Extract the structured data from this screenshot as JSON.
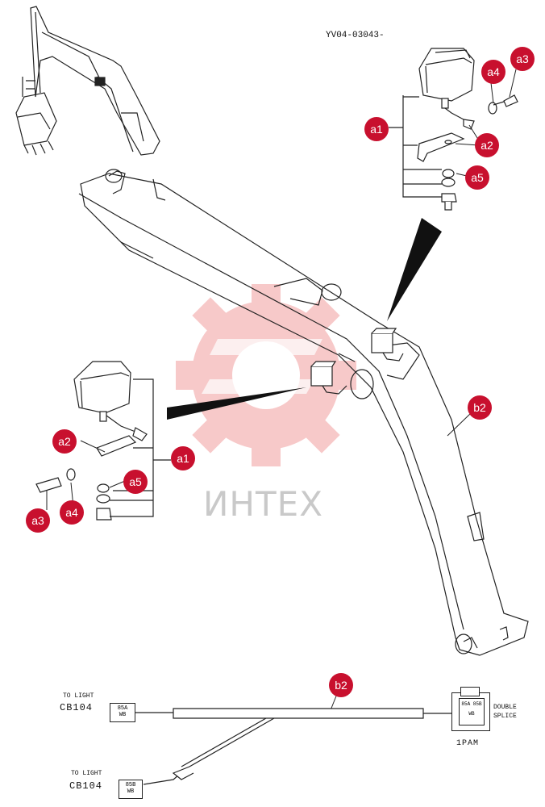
{
  "drawing_code": "YV04-03043-",
  "watermark": "ИНТЕХ",
  "callouts": {
    "a1_top": "a1",
    "a2_top": "a2",
    "a3_top": "a3",
    "a4_top": "a4",
    "a5_top": "a5",
    "a1_left": "a1",
    "a2_left": "a2",
    "a3_left": "a3",
    "a4_left": "a4",
    "a5_left": "a5",
    "b2_boom": "b2",
    "b2_harness": "b2"
  },
  "harness": {
    "connector1_title": "TO LIGHT",
    "connector1_code": "CB104",
    "connector1_wire": "85A",
    "connector1_color": "WB",
    "connector2_title": "TO LIGHT",
    "connector2_code": "CB104",
    "connector2_wire": "85B",
    "connector2_color": "WB",
    "splice_label_line1": "DOUBLE",
    "splice_label_line2": "SPLICE",
    "splice_wire1": "85A",
    "splice_wire2": "85B",
    "splice_color": "WB",
    "splice_code": "1PAM"
  },
  "colors": {
    "callout": "#c8102e",
    "watermark_gear": "#f3b3b3",
    "watermark_text": "#c9c9c9"
  }
}
